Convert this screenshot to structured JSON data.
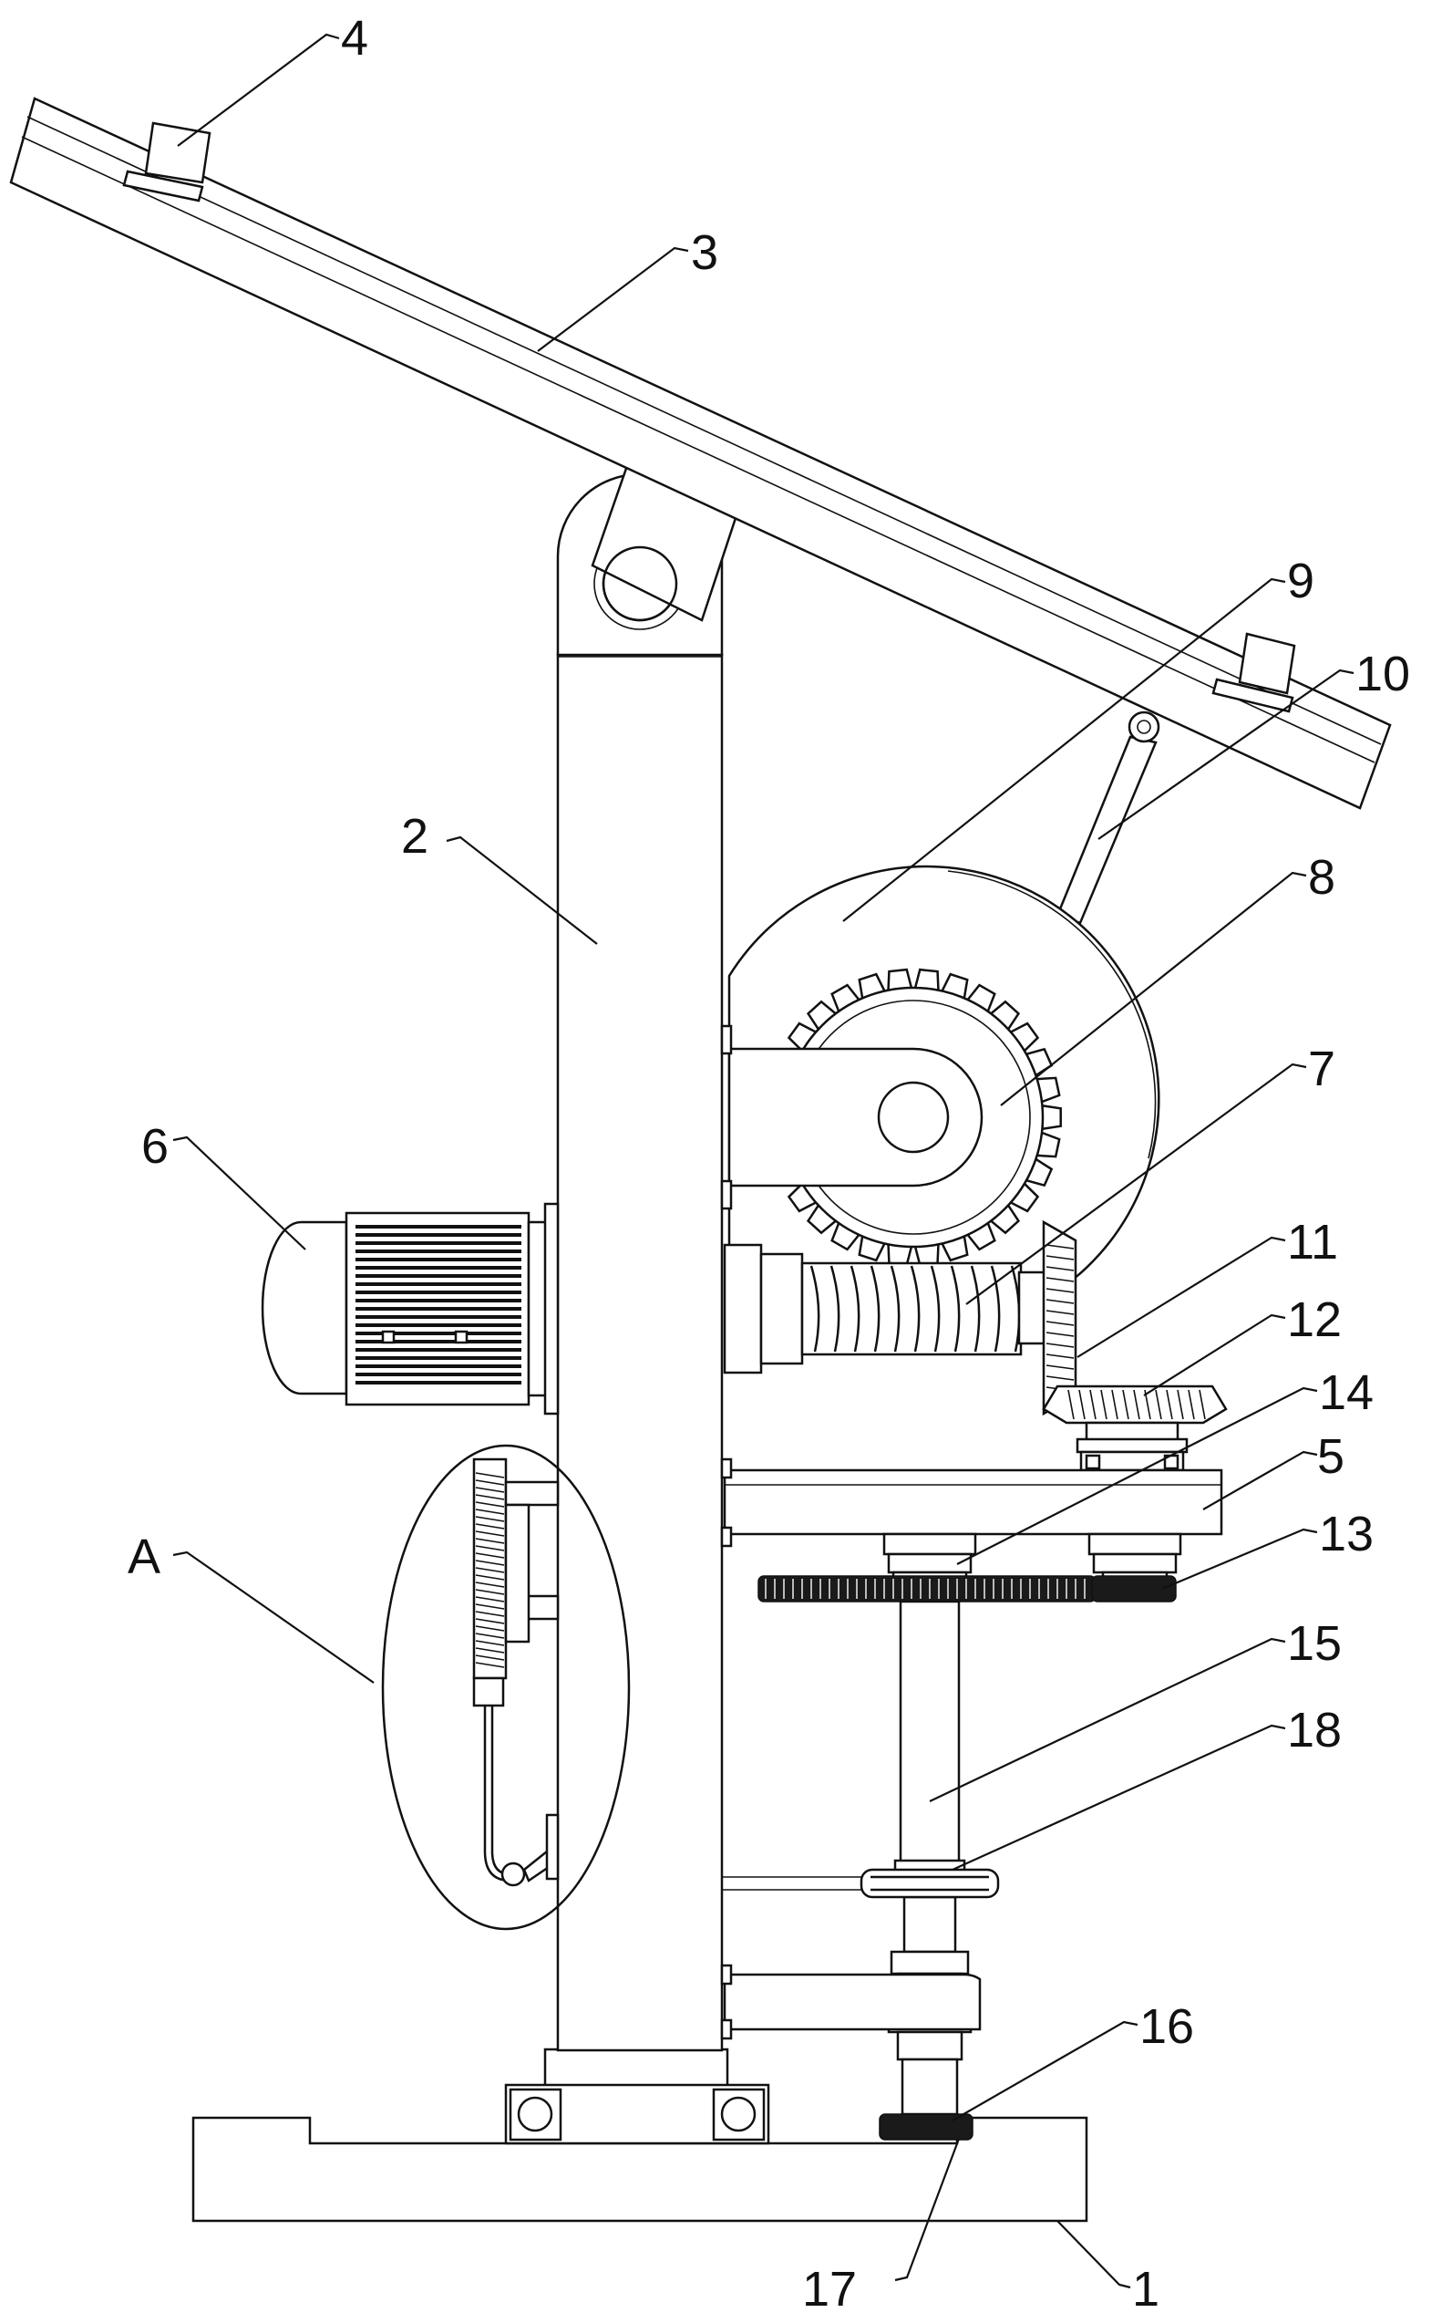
{
  "figure": {
    "labels": {
      "l1": "1",
      "l2": "2",
      "l3": "3",
      "l4": "4",
      "l5": "5",
      "l6": "6",
      "l7": "7",
      "l8": "8",
      "l9": "9",
      "l10": "10",
      "l11": "11",
      "l12": "12",
      "l13": "13",
      "l14": "14",
      "l15": "15",
      "l16": "16",
      "l17": "17",
      "l18": "18",
      "lA": "A"
    }
  }
}
